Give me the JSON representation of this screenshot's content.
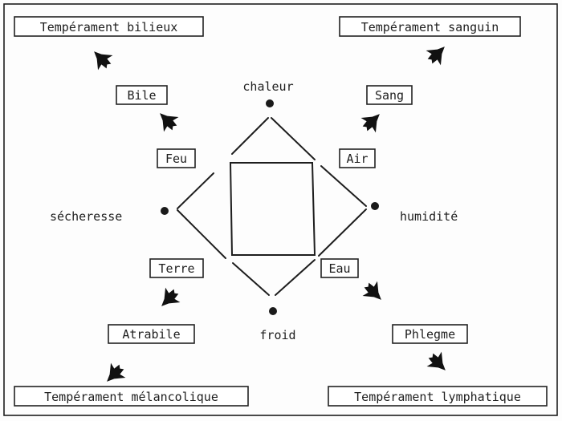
{
  "qualities": {
    "top": "chaleur",
    "left": "sécheresse",
    "right": "humidité",
    "bottom": "froid"
  },
  "elements": {
    "fire": "Feu",
    "air": "Air",
    "earth": "Terre",
    "water": "Eau"
  },
  "humors": {
    "bile": "Bile",
    "blood": "Sang",
    "black_bile": "Atrabile",
    "phlegm": "Phlegme"
  },
  "temperaments": {
    "bilious": "Tempérament bilieux",
    "sanguine": "Tempérament sanguin",
    "melancholic": "Tempérament mélancolique",
    "lymphatic": "Tempérament lymphatique"
  },
  "colors": {
    "ink": "#1e1e1e",
    "background": "#fdfdfd"
  }
}
